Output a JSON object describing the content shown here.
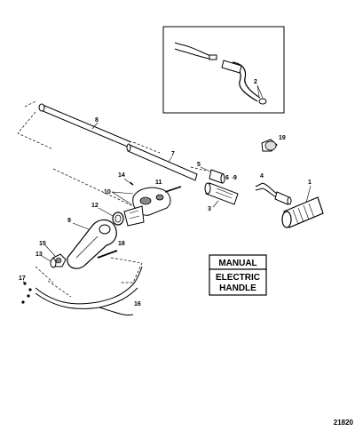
{
  "labels": {
    "p1": "1",
    "p2": "2",
    "p3": "3",
    "p4": "4",
    "p5": "5",
    "p6": "6",
    "p7": "7",
    "p8": "8",
    "p9": "9",
    "p9b": "9",
    "p10": "10",
    "p11": "11",
    "p12": "12",
    "p13": "13",
    "p14": "14",
    "p15": "15",
    "p16": "16",
    "p17": "17",
    "p18": "18",
    "p19": "19"
  },
  "legend": {
    "line1": "MANUAL",
    "line2": "ELECTRIC",
    "line3": "HANDLE"
  },
  "figure_number": "21820"
}
